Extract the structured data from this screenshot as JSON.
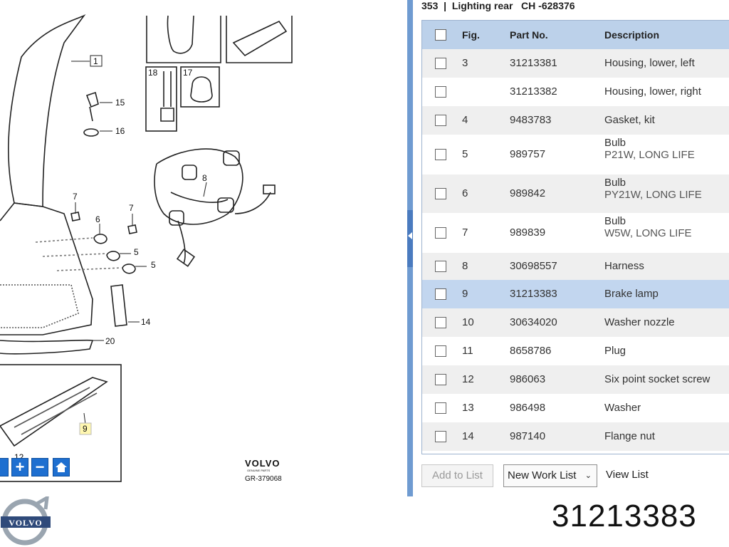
{
  "header": {
    "title": "353  |  Lighting rear   CH -628376"
  },
  "table": {
    "columns": {
      "fig": "Fig.",
      "part_no": "Part No.",
      "description": "Description"
    },
    "rows": [
      {
        "fig": "3",
        "part_no": "31213381",
        "desc": "Housing, lower, left",
        "sub": ""
      },
      {
        "fig": "",
        "part_no": "31213382",
        "desc": "Housing, lower, right",
        "sub": ""
      },
      {
        "fig": "4",
        "part_no": "9483783",
        "desc": "Gasket, kit",
        "sub": ""
      },
      {
        "fig": "5",
        "part_no": "989757",
        "desc": "Bulb",
        "sub": "P21W, LONG LIFE"
      },
      {
        "fig": "6",
        "part_no": "989842",
        "desc": "Bulb",
        "sub": "PY21W, LONG LIFE"
      },
      {
        "fig": "7",
        "part_no": "989839",
        "desc": "Bulb",
        "sub": "W5W, LONG LIFE"
      },
      {
        "fig": "8",
        "part_no": "30698557",
        "desc": "Harness",
        "sub": ""
      },
      {
        "fig": "9",
        "part_no": "31213383",
        "desc": "Brake lamp",
        "sub": ""
      },
      {
        "fig": "10",
        "part_no": "30634020",
        "desc": "Washer nozzle",
        "sub": ""
      },
      {
        "fig": "11",
        "part_no": "8658786",
        "desc": "Plug",
        "sub": ""
      },
      {
        "fig": "12",
        "part_no": "986063",
        "desc": "Six point socket screw",
        "sub": ""
      },
      {
        "fig": "13",
        "part_no": "986498",
        "desc": "Washer",
        "sub": ""
      },
      {
        "fig": "14",
        "part_no": "987140",
        "desc": "Flange nut",
        "sub": ""
      }
    ],
    "selected_fig": "9"
  },
  "buttons": {
    "add_to_list": "Add to List",
    "new_work_list": "New Work List",
    "view_list": "View List"
  },
  "diagram": {
    "callouts": {
      "c1": "1",
      "c5a": "5",
      "c5b": "5",
      "c6": "6",
      "c7a": "7",
      "c7b": "7",
      "c8": "8",
      "c9": "9",
      "c12": "12",
      "c14": "14",
      "c15": "15",
      "c16": "16",
      "c17": "17",
      "c18": "18",
      "c20": "20"
    },
    "brand": "VOLVO",
    "brand_sub": "GENUINE PARTS",
    "ref": "GR-379068"
  },
  "zoom_controls": {
    "plus": "+",
    "minus": "−"
  },
  "footer": {
    "logo_text": "VOLVO",
    "part_number": "31213383"
  },
  "colors": {
    "accent": "#1e6fd0",
    "header_bg": "#bcd1ea",
    "selected_row": "#c2d6ef",
    "divider": "#6f9bd1"
  },
  "icons": {
    "zoom_in": "plus-icon",
    "zoom_out": "minus-icon",
    "home": "home-icon",
    "dropdown": "chevron-down-icon"
  }
}
